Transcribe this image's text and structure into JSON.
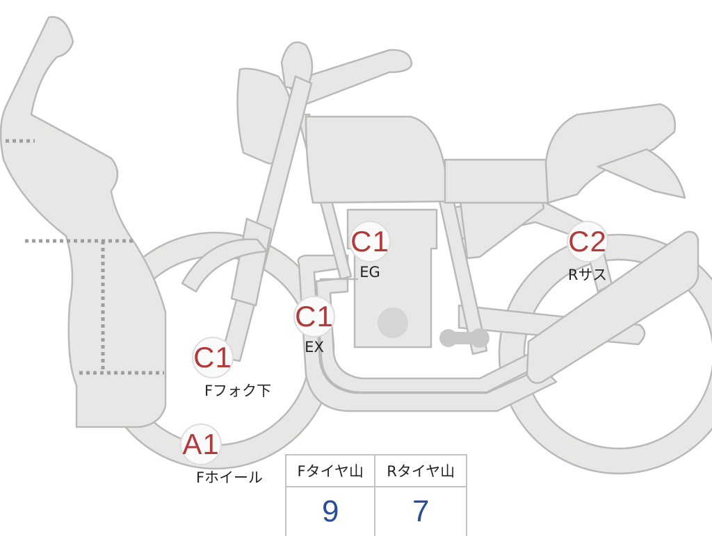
{
  "markers": [
    {
      "code": "C1",
      "label": "EG"
    },
    {
      "code": "C2",
      "label": "Rサス"
    },
    {
      "code": "C1",
      "label": "EX"
    },
    {
      "code": "C1",
      "label": "Fフォク下"
    },
    {
      "code": "A1",
      "label": "Fホイール"
    }
  ],
  "tread_table": {
    "headers": [
      "Fタイヤ山",
      "Rタイヤ山"
    ],
    "values": [
      "9",
      "7"
    ]
  },
  "colors": {
    "part_fill": "#e7e7e5",
    "part_stroke": "#b9b9b7",
    "code_text": "#b33a3a",
    "value_text": "#2a4d9a"
  }
}
